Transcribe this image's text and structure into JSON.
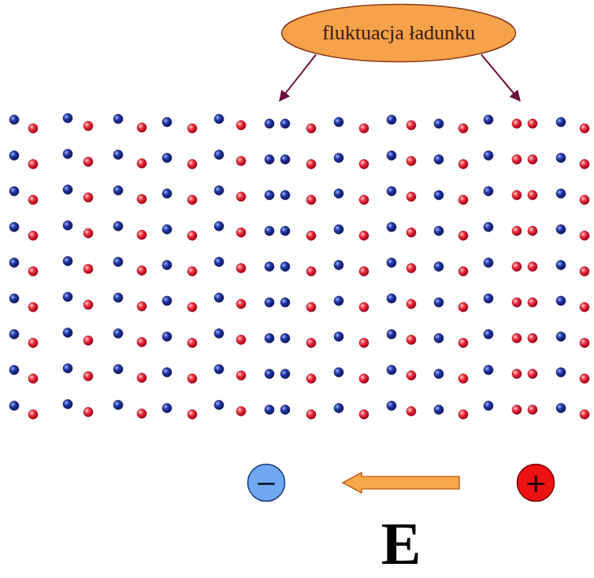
{
  "diagram": {
    "nodes": [
      {
        "text": [
          "fluktuacja ładunku"
        ]
      },
      {
        "text": [
          "−"
        ]
      },
      {
        "text": [
          "+"
        ]
      }
    ],
    "edges": [
      {
        "from": 2,
        "to": 1,
        "arrow": "to"
      }
    ],
    "labels": [
      "E"
    ]
  }
}
